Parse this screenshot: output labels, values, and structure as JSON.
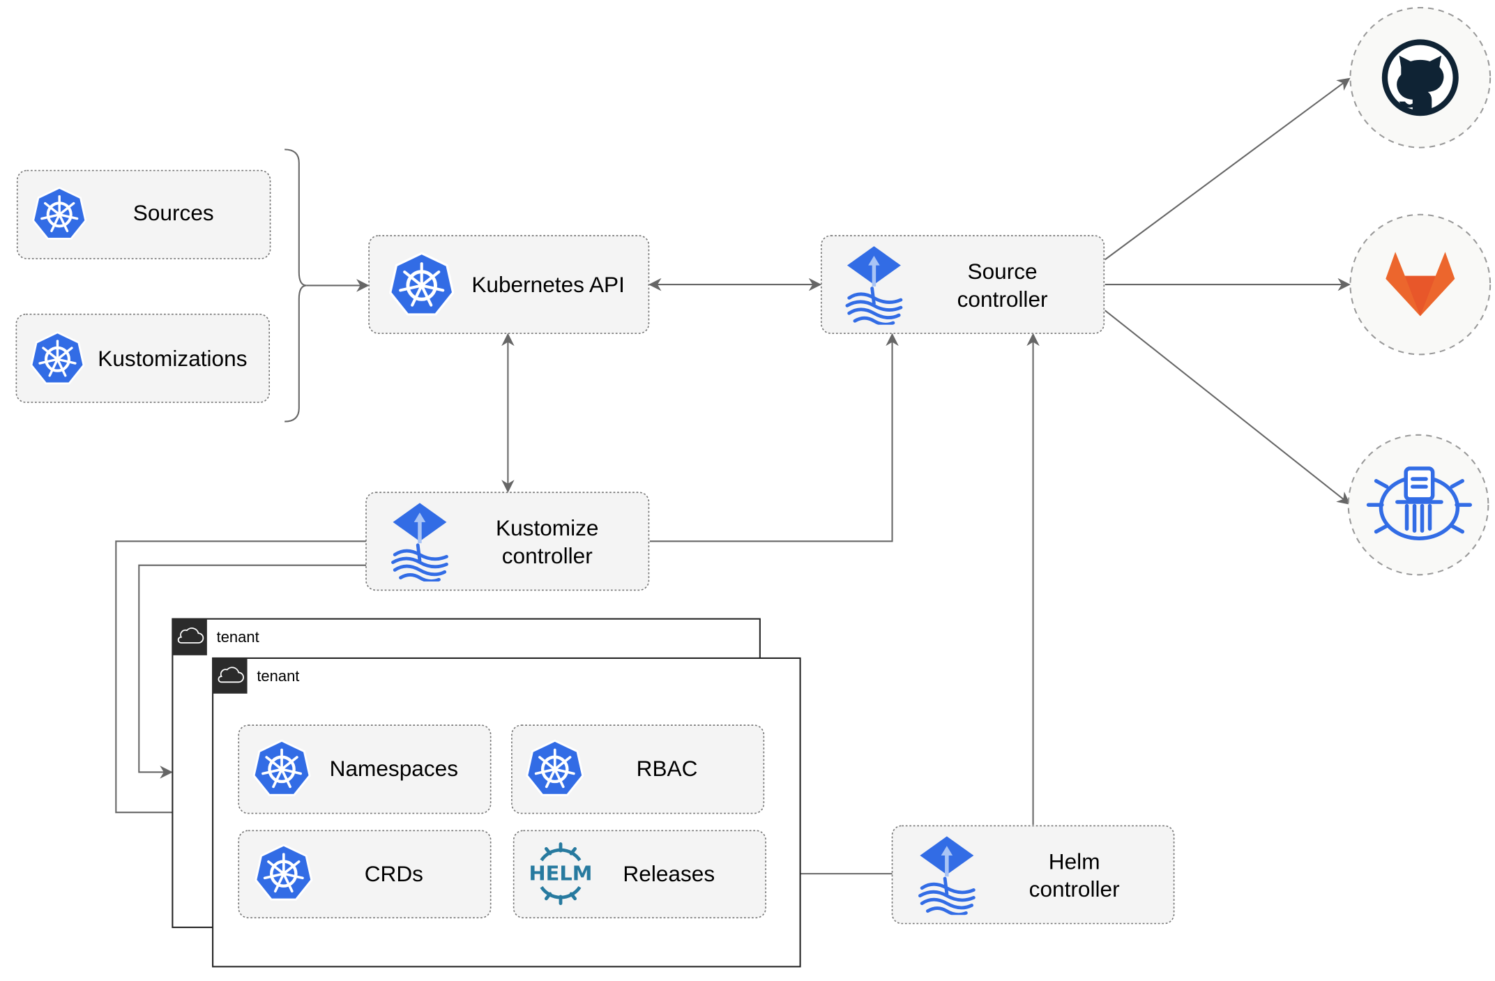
{
  "nodes": {
    "sources": {
      "label": "Sources",
      "icon": "kubernetes-icon"
    },
    "kustomizations": {
      "label": "Kustomizations",
      "icon": "kubernetes-icon"
    },
    "kubernetes_api": {
      "label": "Kubernetes API",
      "icon": "kubernetes-icon"
    },
    "source_controller": {
      "line1": "Source",
      "line2": "controller",
      "icon": "flux-icon"
    },
    "kustomize_controller": {
      "line1": "Kustomize",
      "line2": "controller",
      "icon": "flux-icon"
    },
    "helm_controller": {
      "line1": "Helm",
      "line2": "controller",
      "icon": "flux-icon"
    },
    "namespaces": {
      "label": "Namespaces",
      "icon": "kubernetes-icon"
    },
    "rbac": {
      "label": "RBAC",
      "icon": "kubernetes-icon"
    },
    "crds": {
      "label": "CRDs",
      "icon": "kubernetes-icon"
    },
    "releases": {
      "label": "Releases",
      "icon": "helm-icon",
      "icon_text": "HELM"
    }
  },
  "tenants": [
    {
      "label": "tenant",
      "icon": "cloud-icon"
    },
    {
      "label": "tenant",
      "icon": "cloud-icon"
    }
  ],
  "external": [
    {
      "icon": "github-icon"
    },
    {
      "icon": "gitlab-icon"
    },
    {
      "icon": "bucket-icon"
    }
  ],
  "colors": {
    "kubernetes_blue": "#326CE5",
    "helm_blue": "#277A9F",
    "github_dark": "#0F2334",
    "gitlab_orange": "#E8572A",
    "gitlab_yellow": "#F9A23A",
    "edge": "#666666",
    "box_fill": "#F4F4F4"
  }
}
